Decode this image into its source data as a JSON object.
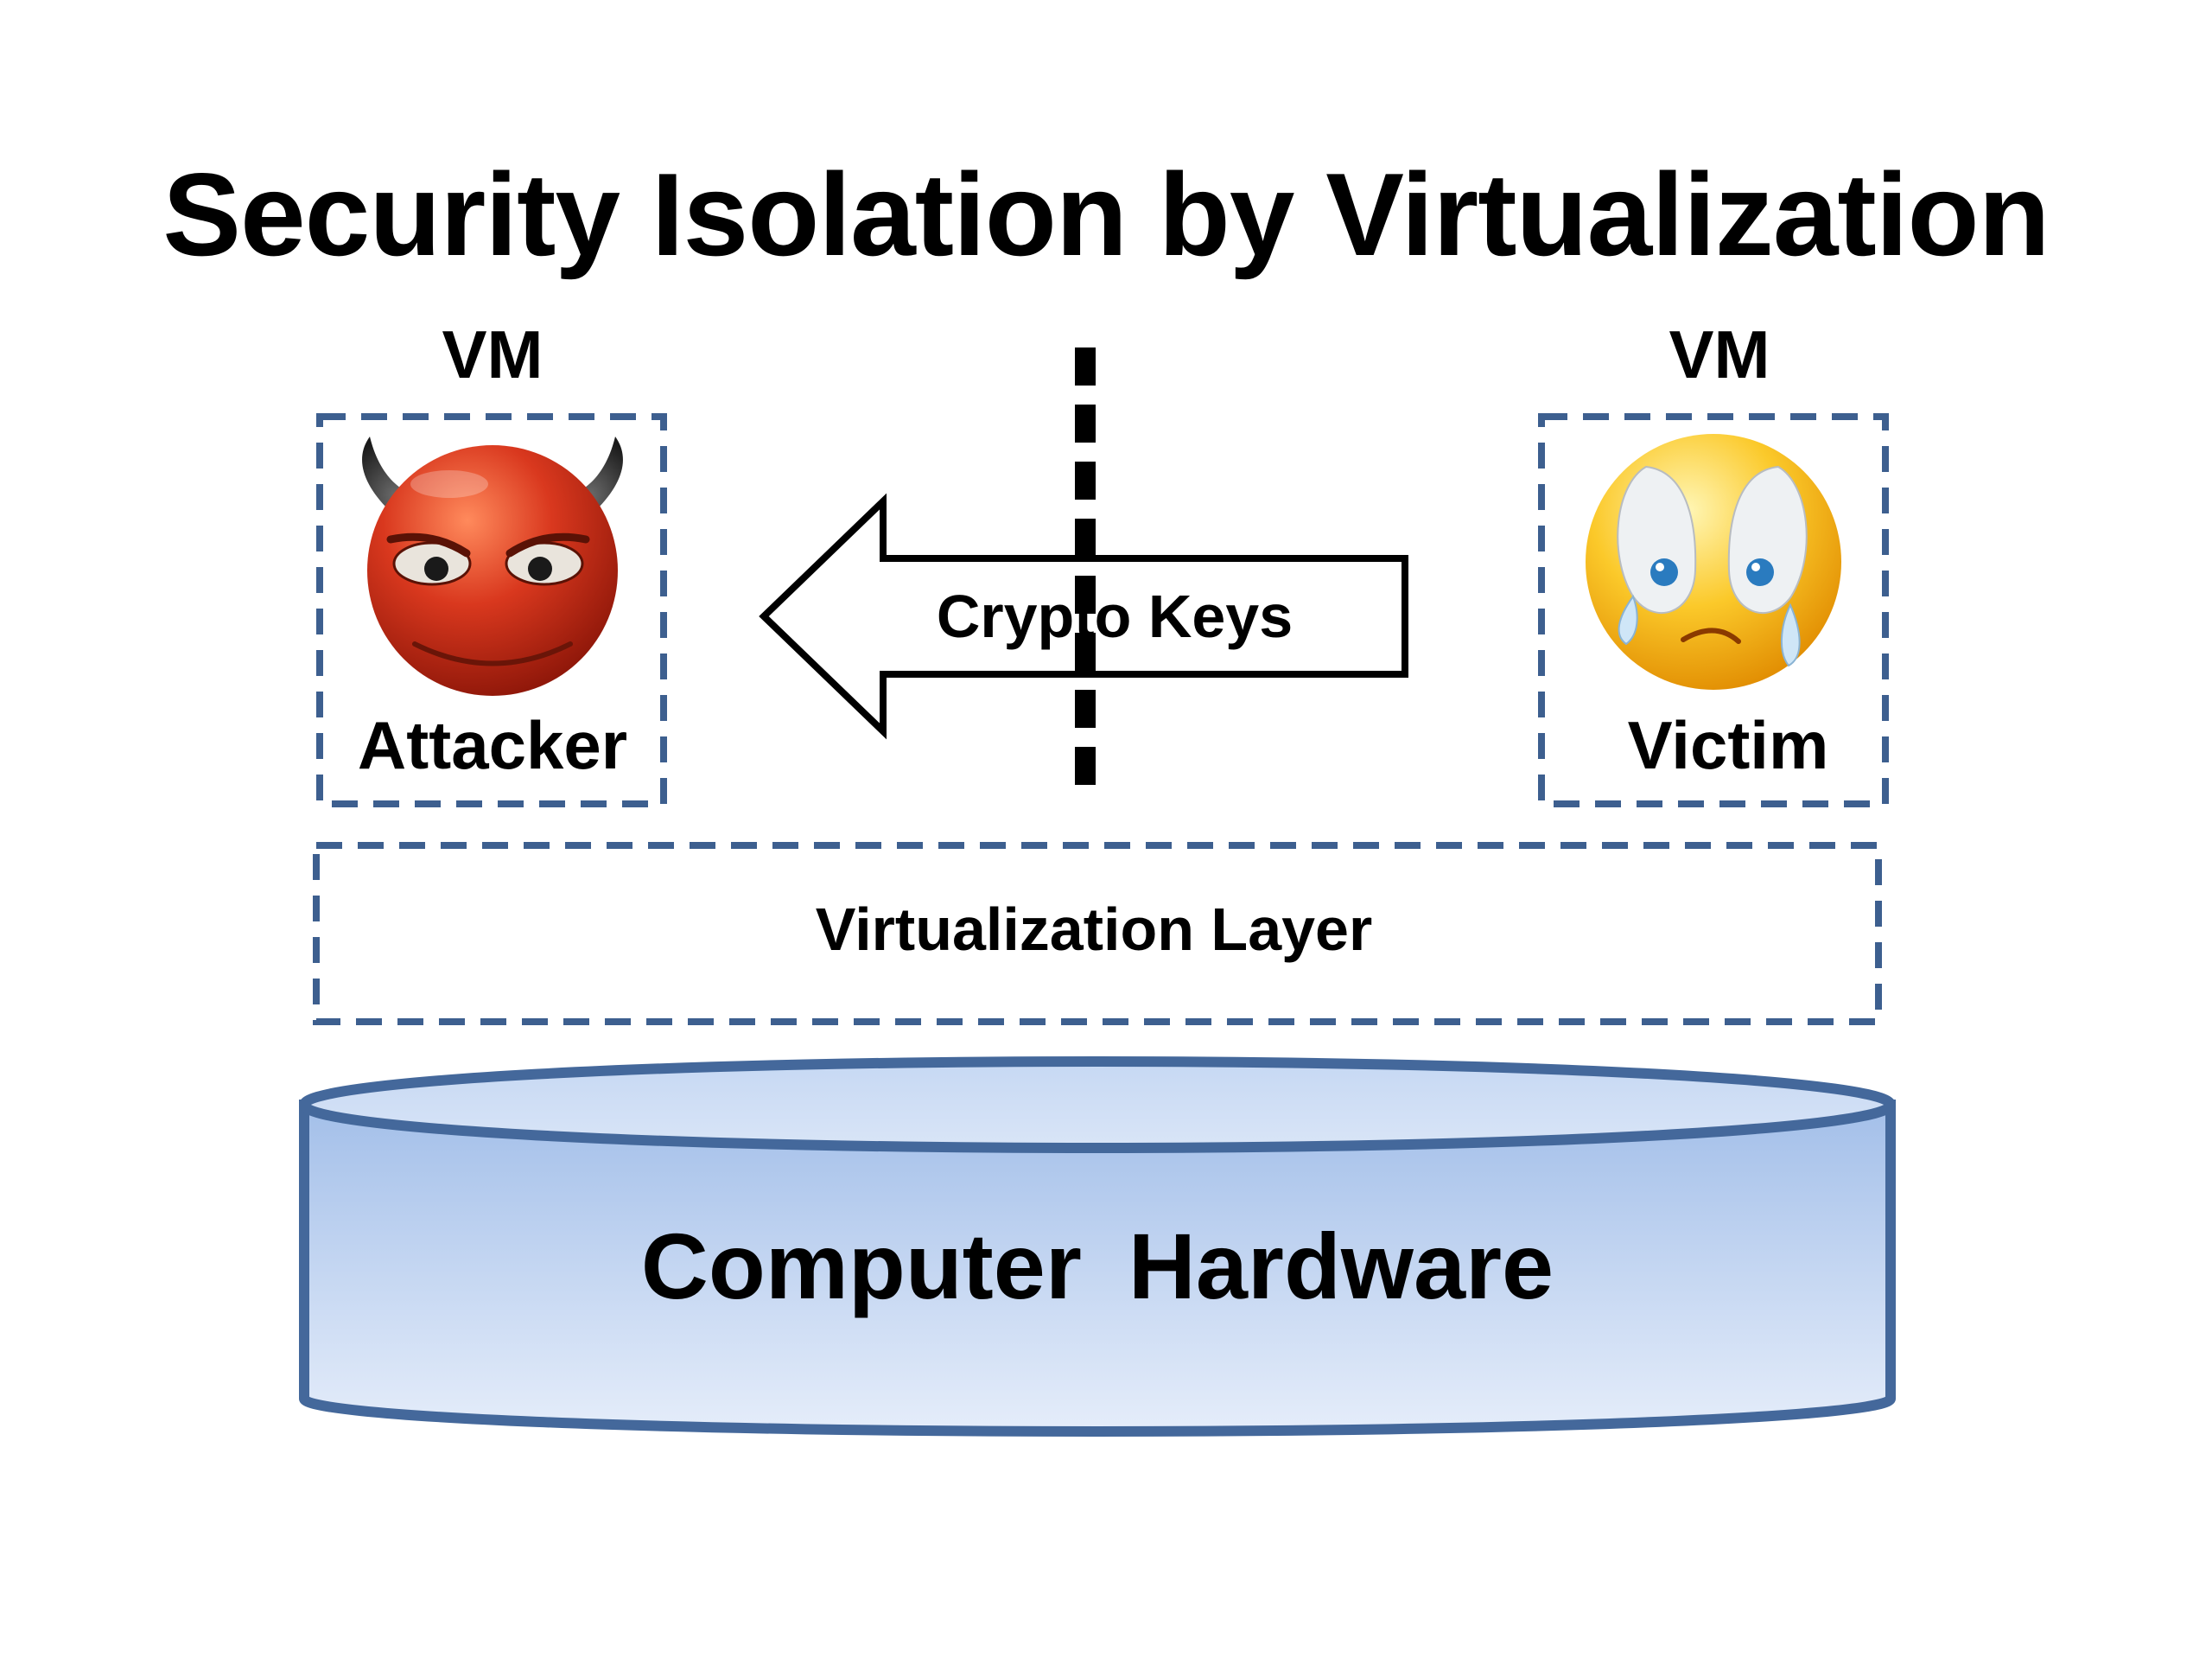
{
  "title": "Security Isolation by Virtualization",
  "left_vm": {
    "header": "VM",
    "label": "Attacker",
    "icon": "devil-face-icon"
  },
  "right_vm": {
    "header": "VM",
    "label": "Victim",
    "icon": "crying-face-icon"
  },
  "arrow": {
    "label": "Crypto Keys",
    "direction": "left"
  },
  "virtualization_layer": {
    "label": "Virtualization Layer"
  },
  "hardware": {
    "label": "Computer  Hardware"
  },
  "colors": {
    "dashed_border": "#3d5f8f",
    "cylinder_outline": "#44689b",
    "cylinder_fill_top": "#a7c1ea",
    "cylinder_fill_bottom": "#e3ecfa",
    "devil_red": "#c7301a",
    "smiley_yellow": "#f5b50d",
    "divider": "#000000"
  }
}
